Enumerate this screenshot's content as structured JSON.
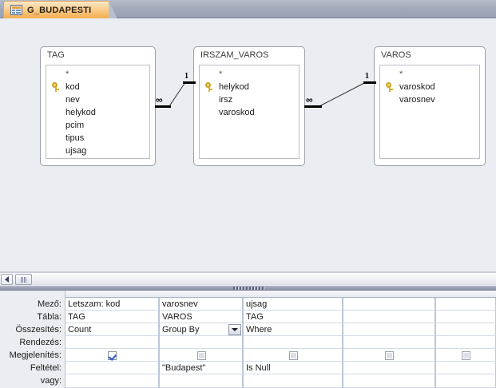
{
  "window": {
    "tab": {
      "label": "G_BUDAPESTI",
      "icon": "query-table-icon"
    }
  },
  "diagram": {
    "tables": [
      {
        "name": "TAG",
        "fields": [
          {
            "name": "*",
            "key": false
          },
          {
            "name": "kod",
            "key": true
          },
          {
            "name": "nev",
            "key": false
          },
          {
            "name": "helykod",
            "key": false
          },
          {
            "name": "pcim",
            "key": false
          },
          {
            "name": "tipus",
            "key": false
          },
          {
            "name": "ujsag",
            "key": false
          }
        ]
      },
      {
        "name": "IRSZAM_VAROS",
        "fields": [
          {
            "name": "*",
            "key": false
          },
          {
            "name": "helykod",
            "key": true
          },
          {
            "name": "irsz",
            "key": false
          },
          {
            "name": "varoskod",
            "key": false
          }
        ]
      },
      {
        "name": "VAROS",
        "fields": [
          {
            "name": "*",
            "key": false
          },
          {
            "name": "varoskod",
            "key": true
          },
          {
            "name": "varosnev",
            "key": false
          }
        ]
      }
    ],
    "joins": [
      {
        "left_label": "∞",
        "right_label": "1"
      },
      {
        "left_label": "∞",
        "right_label": "1"
      }
    ]
  },
  "qbe": {
    "row_labels": [
      "Mező:",
      "Tábla:",
      "Összesítés:",
      "Rendezés:",
      "Megjelenítés:",
      "Feltétel:",
      "vagy:"
    ],
    "columns": [
      {
        "field": "Letszam: kod",
        "table": "TAG",
        "total": "Count",
        "sort": "",
        "show": true,
        "criteria": "",
        "or": "",
        "has_combo": false
      },
      {
        "field": "varosnev",
        "table": "VAROS",
        "total": "Group By",
        "sort": "",
        "show": false,
        "criteria": "\"Budapest\"",
        "or": "",
        "has_combo": true
      },
      {
        "field": "ujsag",
        "table": "TAG",
        "total": "Where",
        "sort": "",
        "show": false,
        "criteria": "Is Null",
        "or": "",
        "has_combo": false
      },
      {
        "field": "",
        "table": "",
        "total": "",
        "sort": "",
        "show": false,
        "criteria": "",
        "or": "",
        "has_combo": false
      },
      {
        "field": "",
        "table": "",
        "total": "",
        "sort": "",
        "show": false,
        "criteria": "",
        "or": "",
        "has_combo": false
      }
    ]
  },
  "scrollbar": {
    "left_arrow": "left-arrow-icon",
    "thumb": "scroll-thumb"
  },
  "colors": {
    "tab_active": "#f7bb6b",
    "pane_bg": "#eaedf1",
    "grid_line": "#b9c8da",
    "key_icon": "#d7b437",
    "check": "#2b58c4"
  }
}
